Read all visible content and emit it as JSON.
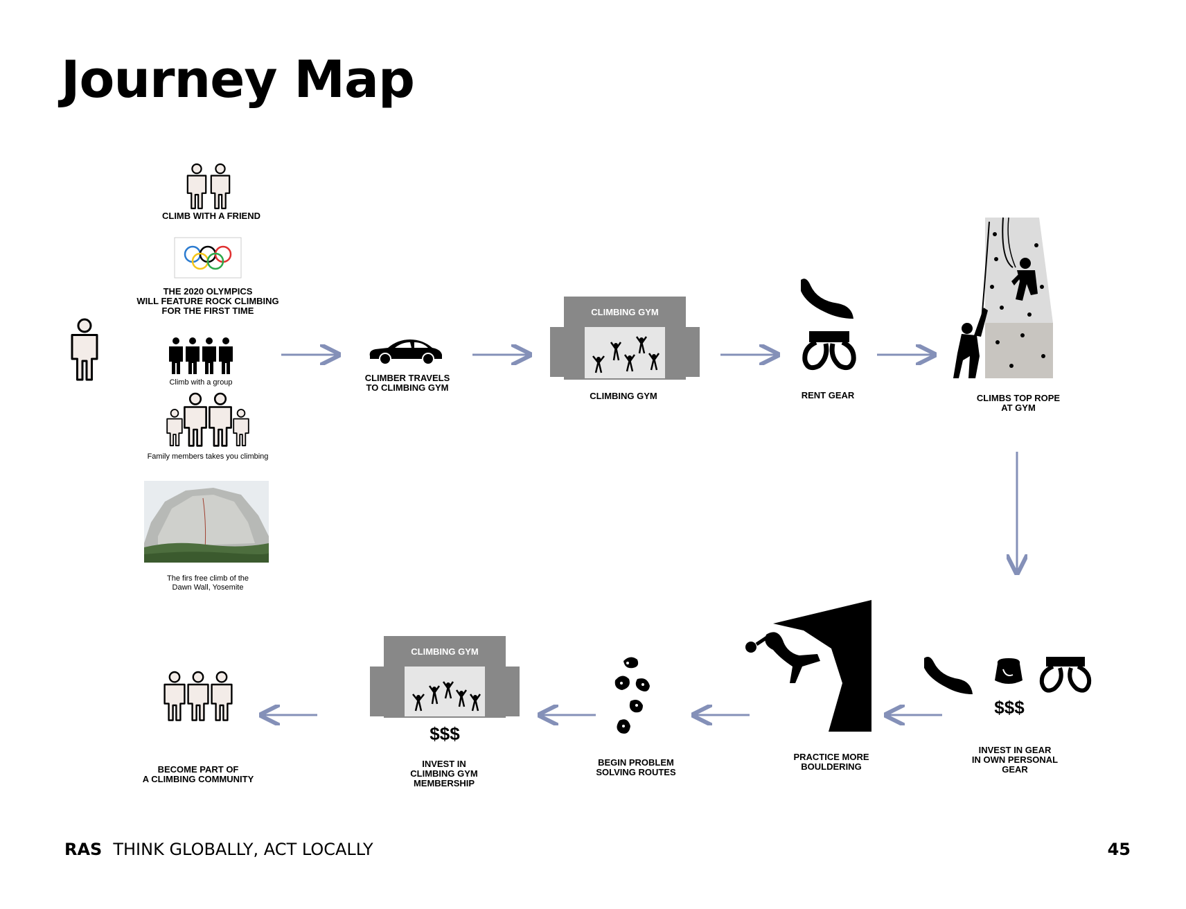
{
  "title": "Journey Map",
  "left_column": {
    "friend_label": "CLIMB WITH A FRIEND",
    "olympics_label": "THE 2020 OLYMPICS\nWILL FEATURE ROCK CLIMBING\nFOR THE FIRST TIME",
    "group_label": "Climb with a group",
    "family_label": "Family members takes you climbing",
    "dawn_wall_label": "The firs free climb of the\nDawn Wall, Yosemite"
  },
  "top_row": {
    "travel_label": "CLIMBER TRAVELS\nTO CLIMBING GYM",
    "gym_sign": "CLIMBING GYM",
    "gym_label": "CLIMBING GYM",
    "rent_label": "RENT GEAR",
    "top_rope_label": "CLIMBS TOP ROPE\nAT GYM"
  },
  "bottom_row": {
    "invest_gear_price": "$$$",
    "invest_gear_label": "INVEST IN GEAR\nIN OWN PERSONAL\nGEAR",
    "bouldering_label": "PRACTICE MORE\nBOULDERING",
    "problem_label": "BEGIN PROBLEM\nSOLVING ROUTES",
    "gym_sign": "CLIMBING GYM",
    "membership_price": "$$$",
    "membership_label": "INVEST IN\nCLIMBING GYM\nMEMBERSHIP",
    "community_label": "BECOME PART OF\nA CLIMBING COMMUNITY"
  },
  "footer": {
    "brand": "RAS",
    "tagline": "THINK GLOBALLY, ACT LOCALLY",
    "page_number": "45"
  },
  "colors": {
    "arrow": "#8490b8",
    "gym_gray": "#888888",
    "figure_fill": "#f3ece8"
  }
}
